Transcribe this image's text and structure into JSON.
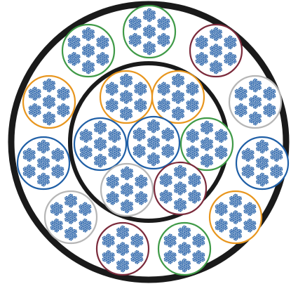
{
  "diagram": {
    "kind": "hierarchical-cable-cross-section",
    "colors": {
      "outer_sheath": "#1a1a1a",
      "inner_sheath": "#1a1a1a",
      "strand_ring": "#1f5fa6",
      "strand_core": "#2c66b1",
      "strand_highlight": "#b8c8de",
      "bundle_blue": "#1f5fa6",
      "bundle_orange": "#e8961e",
      "bundle_green": "#3f9a47",
      "bundle_maroon": "#7b2a3b",
      "bundle_gray": "#b6b6b6"
    },
    "inner_ring": [
      {
        "id": "inner-top-left",
        "color": "orange"
      },
      {
        "id": "inner-top-right",
        "color": "orange"
      },
      {
        "id": "inner-mid-left",
        "color": "blue"
      },
      {
        "id": "inner-center",
        "color": "blue"
      },
      {
        "id": "inner-mid-right",
        "color": "green"
      },
      {
        "id": "inner-bottom-left",
        "color": "gray"
      },
      {
        "id": "inner-bottom-right",
        "color": "maroon"
      }
    ],
    "outer_ring": [
      {
        "id": "outer-top",
        "color": "green"
      },
      {
        "id": "outer-top-right",
        "color": "maroon"
      },
      {
        "id": "outer-right-upper",
        "color": "gray"
      },
      {
        "id": "outer-right",
        "color": "blue"
      },
      {
        "id": "outer-right-lower",
        "color": "orange"
      },
      {
        "id": "outer-bottom-right",
        "color": "green"
      },
      {
        "id": "outer-bottom-left",
        "color": "maroon"
      },
      {
        "id": "outer-left-lower",
        "color": "gray"
      },
      {
        "id": "outer-left",
        "color": "blue"
      },
      {
        "id": "outer-left-upper",
        "color": "orange"
      },
      {
        "id": "outer-top-left",
        "color": "green"
      }
    ]
  }
}
